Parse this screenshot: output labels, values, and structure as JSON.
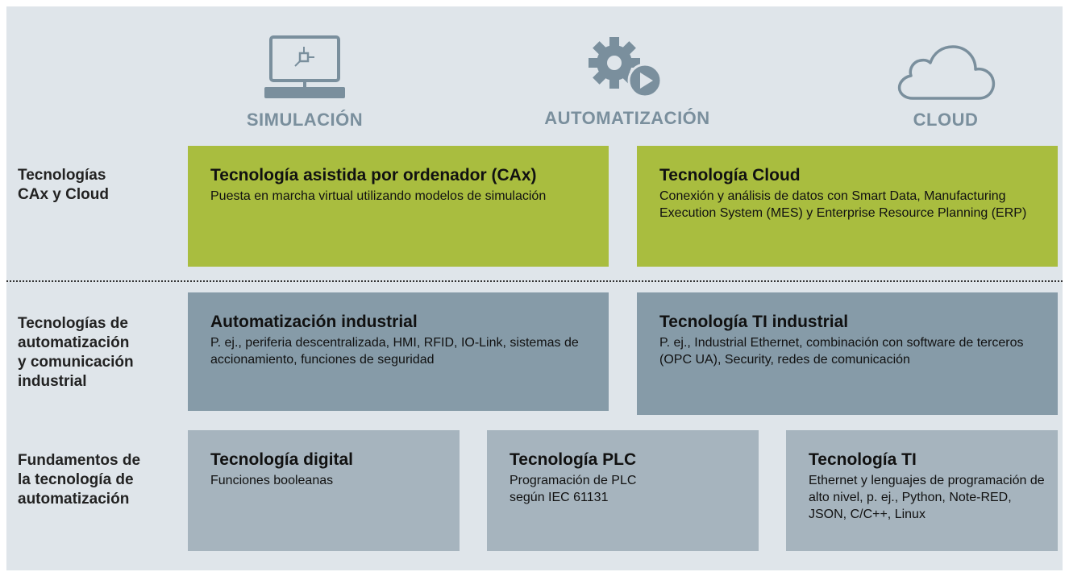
{
  "columns": {
    "simulation": "SIMULACIÓN",
    "automation": "AUTOMATIZACIÓN",
    "cloud": "CLOUD"
  },
  "rows": {
    "cax_cloud": "Tecnologías\nCAx y Cloud",
    "industrial": "Tecnologías de\nautomatización\ny comunicación\nindustrial",
    "fundamentals": "Fundamentos de\nla tecnología de\nautomatización"
  },
  "boxes": {
    "cax": {
      "title": "Tecnología asistida por ordenador (CAx)",
      "desc": "Puesta en marcha virtual utilizando modelos de simulación"
    },
    "cloud": {
      "title": "Tecnología Cloud",
      "desc": "Conexión y análisis de datos con Smart Data, Manufacturing Execution System (MES) y Enterprise Resource Planning (ERP)"
    },
    "industrial_automation": {
      "title": "Automatización industrial",
      "desc": "P. ej., periferia descentralizada, HMI, RFID, IO-Link, sistemas de accionamiento, funciones de seguridad"
    },
    "industrial_it": {
      "title": "Tecnología TI industrial",
      "desc": "P. ej., Industrial Ethernet, combinación con software de terceros (OPC UA), Security, redes de comunicación"
    },
    "digital": {
      "title": "Tecnología digital",
      "desc": "Funciones booleanas"
    },
    "plc": {
      "title": "Tecnología PLC",
      "desc": "Programación de PLC según IEC 61131"
    },
    "it": {
      "title": "Tecnología TI",
      "desc": "Ethernet y lenguajes de programación de alto nivel, p. ej., Python, Note-RED, JSON, C/C++, Linux"
    }
  },
  "icons": [
    "computer-icon",
    "gear-play-icon",
    "cloud-icon"
  ],
  "colors": {
    "background": "#dfe5ea",
    "green": "#a9bd3f",
    "steel": "#869ba8",
    "light": "#a6b4be",
    "label_blue_gray": "#7a8f9d"
  }
}
